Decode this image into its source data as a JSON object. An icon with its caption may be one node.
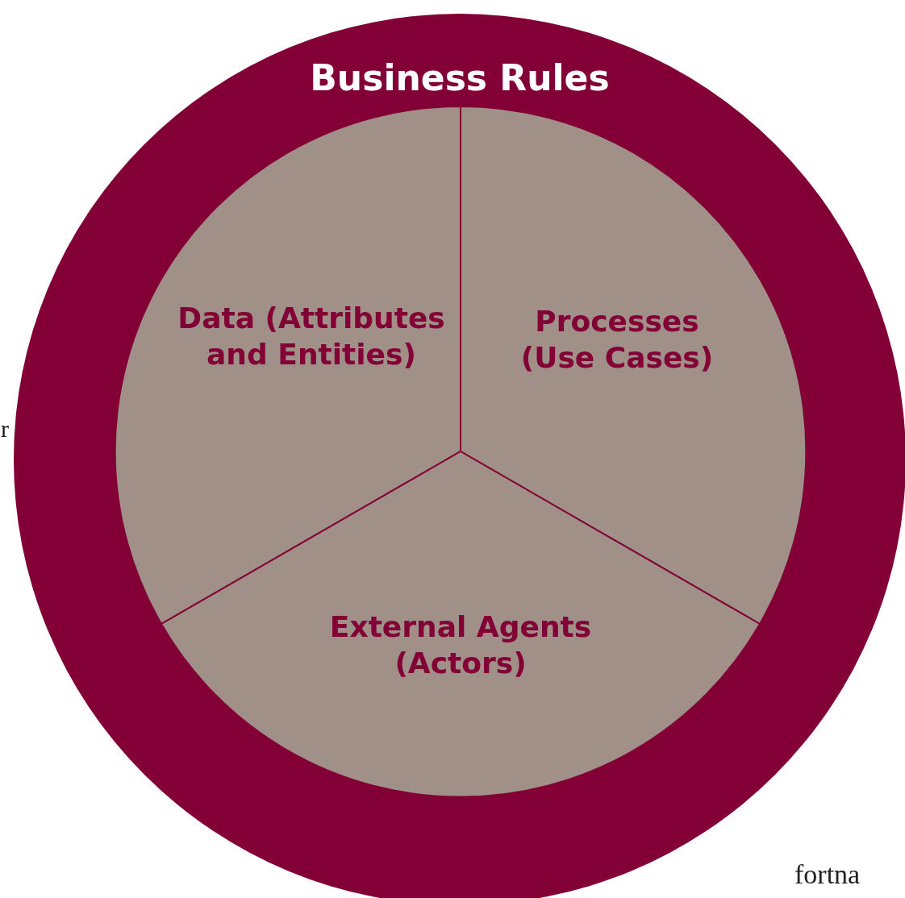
{
  "diagram": {
    "nodes": [
      {
        "text": [
          "Business Rules"
        ]
      },
      {
        "text": [
          "Data (Attributes and Entities)"
        ],
        "in": 0
      },
      {
        "text": [
          "Processes (Use Cases)"
        ],
        "in": 0
      },
      {
        "text": [
          "External Agents (Actors)"
        ],
        "in": 0
      }
    ],
    "labels": [
      "r",
      "fortna"
    ]
  }
}
